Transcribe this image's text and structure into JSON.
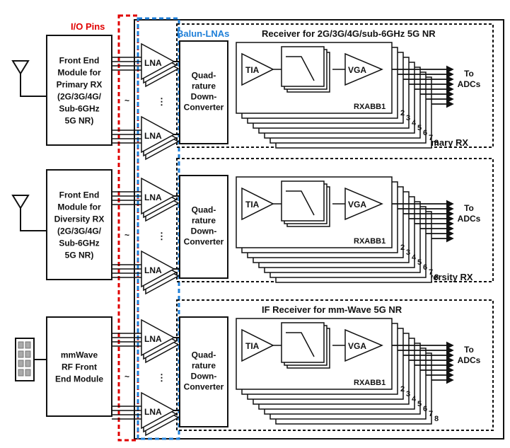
{
  "labels": {
    "io_pins": "I/O Pins",
    "balun_lnas": "Balun-LNAs"
  },
  "colors": {
    "io_pins": "#e00000",
    "balun_lnas": "#1e7fd8",
    "line": "#111111"
  },
  "rows": [
    {
      "frontend": [
        "Front End",
        "Module for",
        "Primary RX",
        "(2G/3G/4G/",
        "Sub-6GHz",
        "5G NR)"
      ],
      "receiver_title": "Receiver for 2G/3G/4G/sub-6GHz 5G NR",
      "rx_label": "Primary RX",
      "antenna": "antenna-icon"
    },
    {
      "frontend": [
        "Front End",
        "Module for",
        "Diversity RX",
        "(2G/3G/4G/",
        "Sub-6GHz",
        "5G NR)"
      ],
      "receiver_title": "",
      "rx_label": "Diversity RX",
      "antenna": "antenna-icon"
    },
    {
      "frontend": [
        "mmWave",
        "RF Front",
        "End Module"
      ],
      "receiver_title": "IF Receiver for mm-Wave 5G NR",
      "rx_label": "",
      "antenna": "antenna-array-icon"
    }
  ],
  "blocks": {
    "lna": "LNA",
    "dots": "⋮",
    "converter": [
      "Quad-",
      "rature",
      "Down-",
      "Converter"
    ],
    "tia": "TIA",
    "vga": "VGA",
    "rxabb": "RXABB1",
    "to_adcs": [
      "To",
      "ADCs"
    ],
    "path_numbers": [
      "2",
      "3",
      "4",
      "5",
      "6",
      "7",
      "8"
    ]
  }
}
